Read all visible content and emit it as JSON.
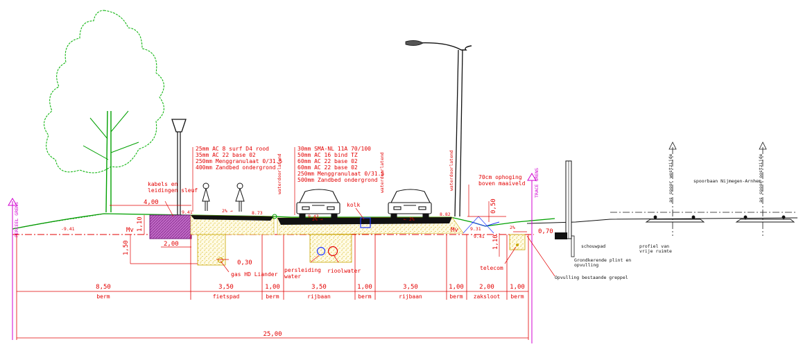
{
  "left_profile": "PERCEEL GRENS",
  "right_profile": "TRACE GRENS",
  "tree_note": {
    "line1": "kabels en",
    "line2": "leidingen sleuf"
  },
  "cycle_layers": [
    "25mm AC 8 surf D4 rood",
    "35mm AC 22 base 02",
    "250mm Menggranulaat 0/31.5",
    "400mm Zandbed ondergrond"
  ],
  "road_layers": [
    "30mm SMA-NL 11A 70/100",
    "50mm AC 16 bind TZ",
    "60mm AC 22 base 02",
    "60mm AC 22 base 02",
    "250mm Menggranulaat 0/31.5",
    "500mm Zandbed ondergrond"
  ],
  "vertical_labels": {
    "w1": "waterdoorlatend",
    "w2": "waterdoorlatend",
    "w3": "waterdoorlatend"
  },
  "annotations": {
    "kolk": "kolk",
    "ophoging1": "70cm ophoging",
    "ophoging2": "boven maaiveld",
    "gas": "gas HD Liander",
    "persleiding1": "persleiding",
    "persleiding2": "water",
    "rioolwater": "rioolwater",
    "telecom": "telecom",
    "schouwpad": "schouwpad",
    "grond1": "Grondkerende plint en",
    "grond2": "opvulling",
    "opvulling": "Opvulling bestaande greppel",
    "profiel1": "profiel van",
    "profiel2": "vrije ruimte",
    "spoorbaan": "spoorbaan Nijmegen-Arnhem",
    "as_west": "as spoor westzijde",
    "as_oost": "as spoor oostzijde"
  },
  "levels": {
    "l1": "-9.41",
    "l2": "9.41",
    "l3": "8.73",
    "l4": "8.82",
    "l5": "9.31",
    "l6": "9.41",
    "l7": "9.43",
    "mv1": "Mv",
    "mv2": "Mv"
  },
  "dims": {
    "d400": "4,00",
    "d200": "2,00",
    "d110a": "1,10",
    "d150": "1,50",
    "d030": "0,30",
    "d050": "0,50",
    "d110b": "1,10",
    "d070": "0,70",
    "total": "25,00",
    "slope1": "2% →",
    "slope2": "2% →",
    "slope3": "← 2%",
    "slope4": "2%"
  },
  "segments": [
    {
      "width": "8,50",
      "name": "berm"
    },
    {
      "width": "3,50",
      "name": "fietspad"
    },
    {
      "width": "1,00",
      "name": "berm"
    },
    {
      "width": "3,50",
      "name": "rijbaan"
    },
    {
      "width": "1,00",
      "name": "berm"
    },
    {
      "width": "3,50",
      "name": "rijbaan"
    },
    {
      "width": "1,00",
      "name": "berm"
    },
    {
      "width": "2,00",
      "name": "zaksloot"
    },
    {
      "width": "1,00",
      "name": "berm"
    }
  ]
}
